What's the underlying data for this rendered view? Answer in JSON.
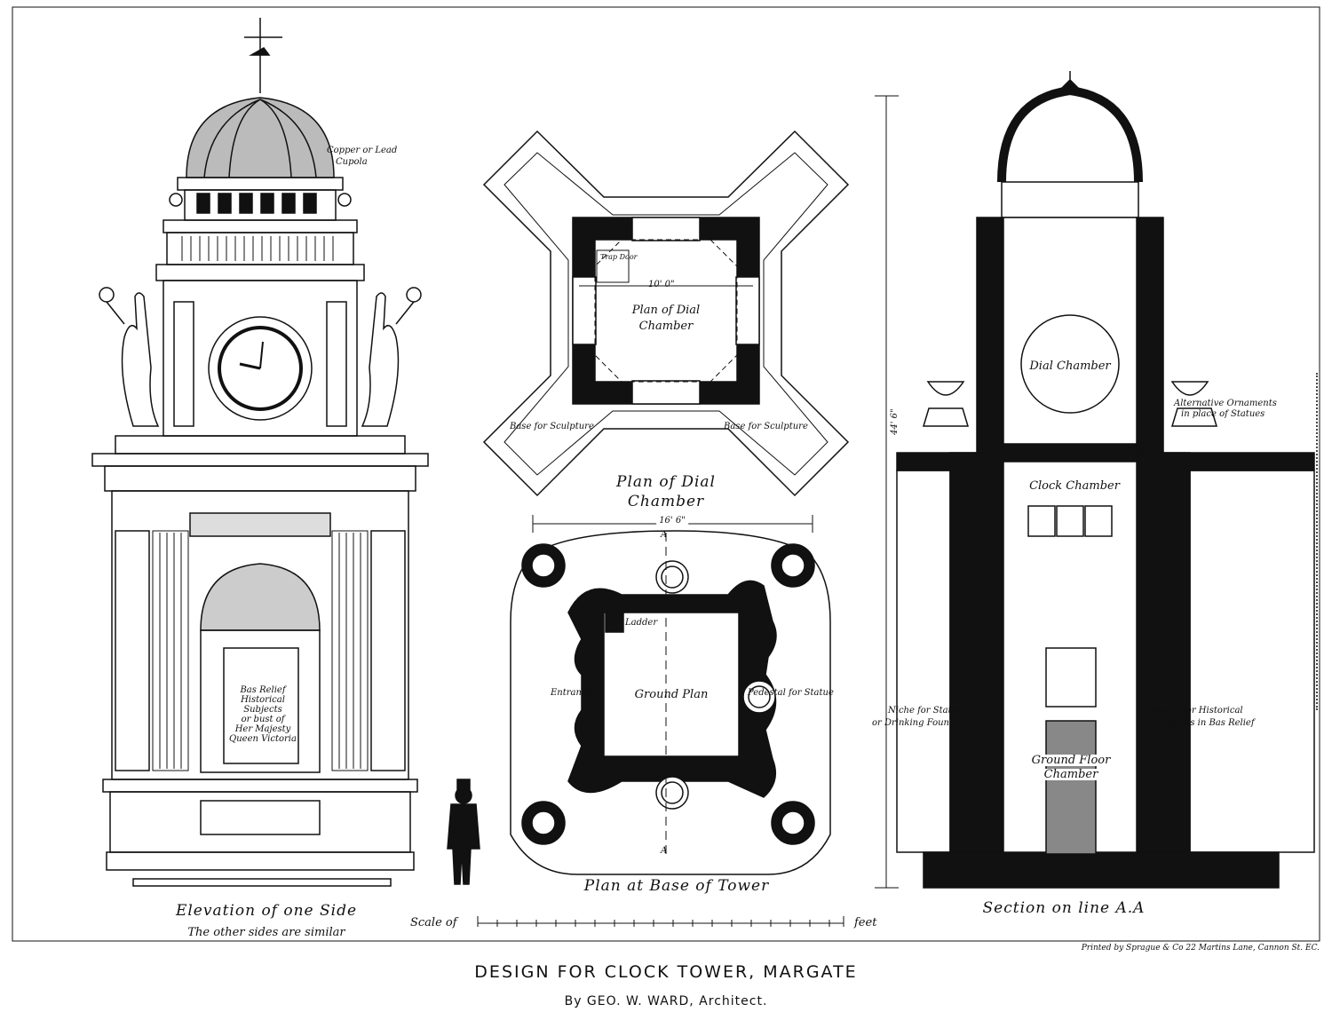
{
  "title": "DESIGN FOR CLOCK TOWER, MARGATE",
  "byline": "By GEO. W. WARD, Architect.",
  "printer": "Printed by Sprague & Co 22 Martins Lane, Cannon St. EC.",
  "elevation": {
    "caption": "Elevation of one Side",
    "subcaption": "The other sides are similar",
    "cupola_note_1": "Copper or Lead",
    "cupola_note_2": "Cupola",
    "panel_note": [
      "Bas Relief",
      "Historical",
      "Subjects",
      "or bust of",
      "Her Majesty",
      "Queen Victoria"
    ]
  },
  "dial_plan": {
    "caption_1": "Plan of Dial",
    "caption_2": "Chamber",
    "inner_1": "Plan of Dial",
    "inner_2": "Chamber",
    "trap_door": "Trap Door",
    "width": "10' 0\"",
    "base_left": "Base for Sculpture",
    "base_right": "Base for Sculpture"
  },
  "base_plan": {
    "caption": "Plan at Base of Tower",
    "width": "16' 6\"",
    "ladder": "Ladder",
    "entrance": "Entrance",
    "ground_plan": "Ground Plan",
    "pedestal": "Pedestal for Statue",
    "section_mark": "A"
  },
  "section": {
    "caption": "Section on line A.A",
    "height": "44' 6\"",
    "dial_chamber": "Dial Chamber",
    "clock_chamber": "Clock Chamber",
    "ground_floor_1": "Ground Floor",
    "ground_floor_2": "Chamber",
    "alt_ornament_1": "Alternative Ornaments",
    "alt_ornament_2": "in place of Statues",
    "niche_1": "Niche for Statue",
    "niche_2": "or Drinking Fountain",
    "panels_1": "Panels for Historical",
    "panels_2": "Subjects in Bas Relief"
  },
  "scale": {
    "prefix": "Scale of",
    "suffix": "feet"
  },
  "colors": {
    "ink": "#111111",
    "paper": "#ffffff"
  }
}
